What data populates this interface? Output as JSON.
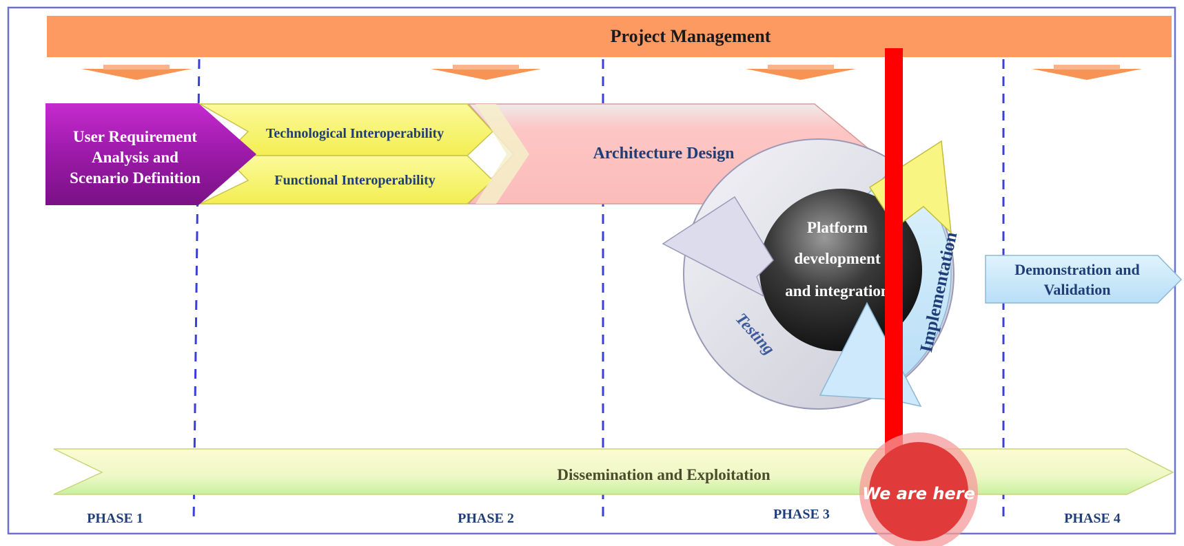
{
  "header": {
    "title": "Project Management"
  },
  "activities": {
    "user_requirement": [
      "User Requirement",
      "Analysis and",
      "Scenario Definition"
    ],
    "technological": "Technological Interoperability",
    "functional": "Functional Interoperability",
    "architecture": "Architecture Design",
    "platform": [
      "Platform",
      "development",
      "and integration"
    ],
    "testing": "Testing",
    "implementation": "Implementation",
    "demonstration": [
      "Demonstration and",
      "Validation"
    ],
    "dissemination": "Dissemination and Exploitation"
  },
  "phases": [
    "PHASE 1",
    "PHASE 2",
    "PHASE 3",
    "PHASE 4"
  ],
  "marker": {
    "label": "We are here"
  },
  "colors": {
    "header": "#fd9a62",
    "arrows": "#f79354",
    "divider": "#3a3fd8",
    "purple": "#a51cb0",
    "yellow": "#f7f27a",
    "pink": "#fbc4c2",
    "sphere": "#222222",
    "light_blue": "#cde9fb",
    "text_blue": "#1f3e78",
    "green_band": "#d9f7b0",
    "marker_red": "#e03a3a",
    "bar_red": "#ff0000"
  }
}
